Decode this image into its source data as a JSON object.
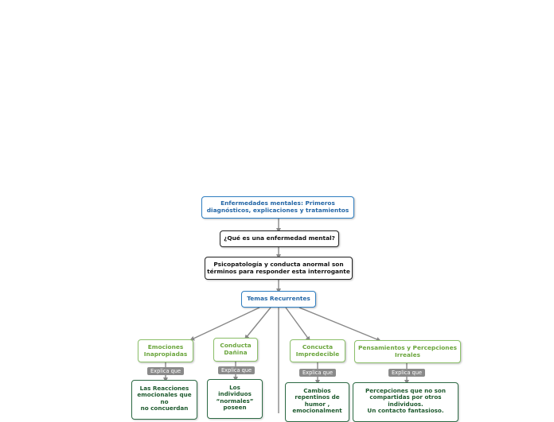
{
  "root": {
    "label": "Enfermedades mentales: Primeros\ndiagnósticos, explicaciones y tratamientos"
  },
  "question": {
    "label": "¿Qué es una enfermedad mental?"
  },
  "answer": {
    "label": "Psicopatología y conducta anormal son\ntérminos para responder esta interrogante"
  },
  "themes": {
    "label": "Temas Recurrentes"
  },
  "topics": [
    {
      "label": "Emociones\nInapropiadas",
      "tag": "Explica que",
      "leaf": "Las Reacciones\nemocionales que\nno\nno concuerdan"
    },
    {
      "label": "Conducta\nDañina",
      "tag": "Explica que",
      "leaf": "Los\nindividuos\n“normales”\nposeen"
    },
    {
      "label": "Concucta\nImpredecible",
      "tag": "Explica que",
      "leaf": "Cambios\nrepentinos de\nhumor ,\nemocionalment"
    },
    {
      "label": "Pensamientos y Percepciones\nIrreales",
      "tag": "Explica que",
      "leaf": "Percepciones que no son\ncompartidas por otros\nindividuos.\nUn contacto fantasioso."
    }
  ],
  "colors": {
    "blue": "#2f7fc2",
    "green": "#8cc06a",
    "dark_green": "#2d6a44",
    "connector": "#888888",
    "tag": "#8a8a8a"
  }
}
